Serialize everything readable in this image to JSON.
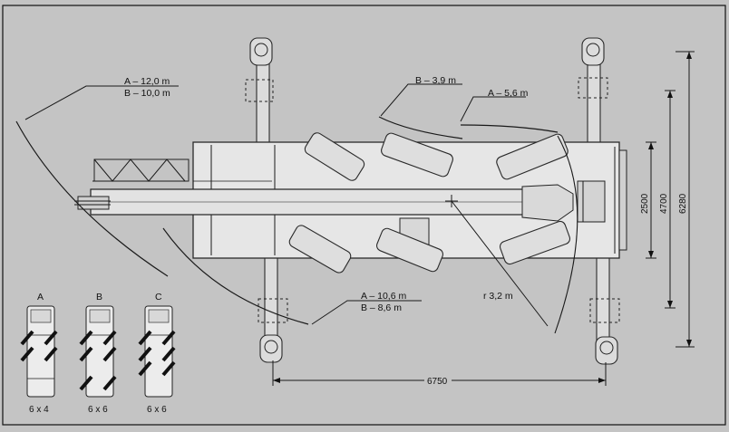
{
  "radii": {
    "outer_a": "A – 12,0 m",
    "outer_b": "B – 10,0 m",
    "front_b": "B – 3,9 m",
    "front_a": "A – 5,6 m",
    "lower_a": "A – 10,6 m",
    "lower_b": "B – 8,6 m",
    "r": "r 3,2 m"
  },
  "dimensions": {
    "width_2500": "2500",
    "width_4700": "4700",
    "width_6280": "6280",
    "length_6750": "6750"
  },
  "variants": [
    {
      "letter": "A",
      "drive": "6 x 4"
    },
    {
      "letter": "B",
      "drive": "6 x 6"
    },
    {
      "letter": "C",
      "drive": "6 x 6"
    }
  ]
}
